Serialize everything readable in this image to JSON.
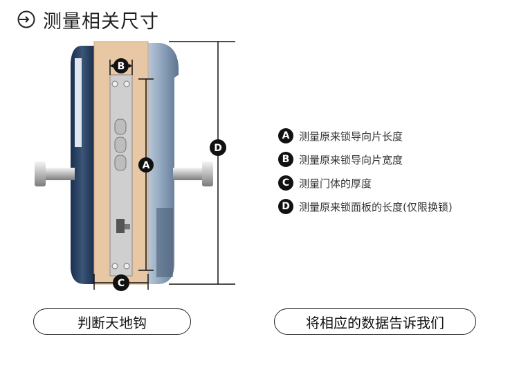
{
  "title": "测量相关尺寸",
  "diagram": {
    "labels": {
      "a": "A",
      "b": "B",
      "c": "C",
      "d": "D"
    }
  },
  "legend": [
    {
      "letter": "A",
      "text": "测量原来锁导向片长度"
    },
    {
      "letter": "B",
      "text": "测量原来锁导向片宽度"
    },
    {
      "letter": "C",
      "text": "测量门体的厚度"
    },
    {
      "letter": "D",
      "text": "测量原来锁面板的长度(仅限换锁)"
    }
  ],
  "buttons": {
    "left": "判断天地钩",
    "right": "将相应的数据告诉我们"
  },
  "colors": {
    "door": "#e8c7a4",
    "guide_plate": "#cfcfcf",
    "rear_panel": "#7a8fa6",
    "front_panel": "#1f3a5e",
    "badge": "#111111"
  },
  "icons": {
    "title": "circle-arrow-right-icon"
  }
}
